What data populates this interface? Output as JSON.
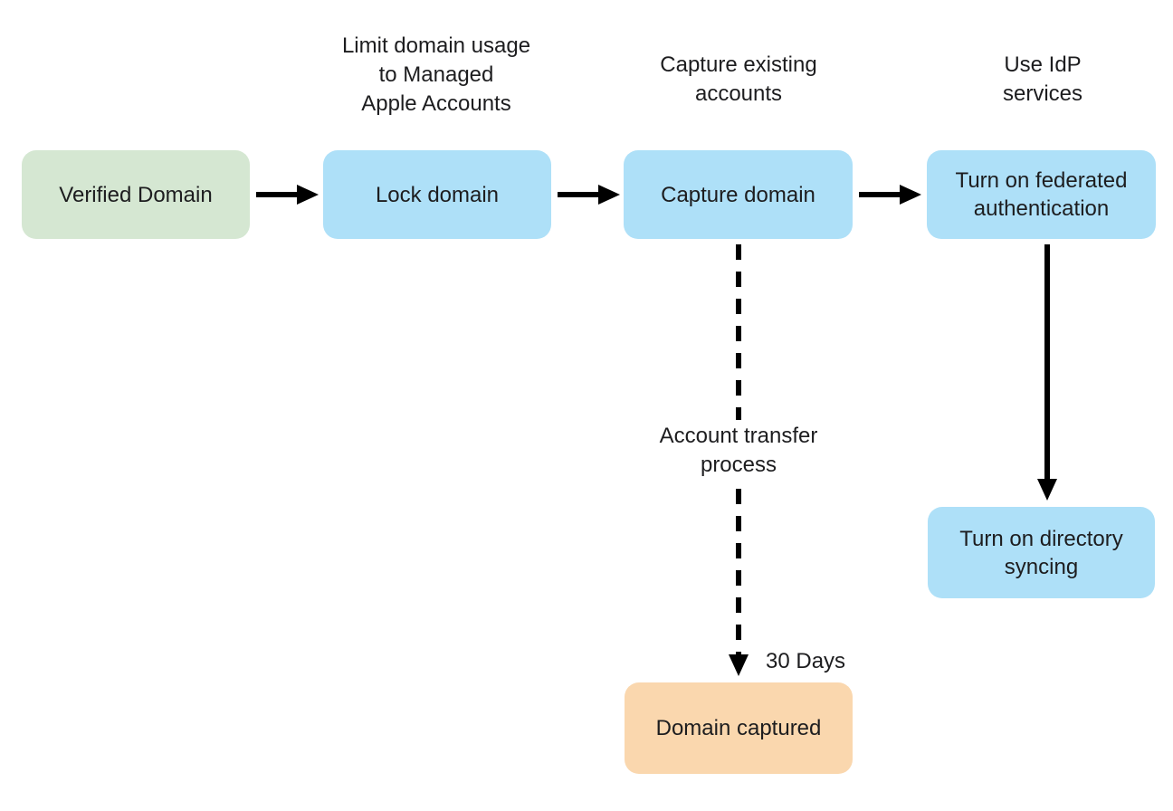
{
  "diagram": {
    "title_semantic": "Domain capture and federated authentication flow",
    "colors": {
      "background": "#ffffff",
      "text": "#1d1d1f",
      "arrow": "#000000",
      "start_node_fill": "#d5e7d2",
      "process_node_fill": "#aee0f8",
      "result_node_fill": "#fad7ae"
    },
    "nodes": {
      "verified_domain": {
        "label": "Verified Domain",
        "fill": "#d5e7d2"
      },
      "lock_domain": {
        "label": "Lock domain",
        "fill": "#aee0f8"
      },
      "capture_domain": {
        "label": "Capture domain",
        "fill": "#aee0f8"
      },
      "federated_auth": {
        "label": "Turn on federated\nauthentication",
        "fill": "#aee0f8"
      },
      "directory_syncing": {
        "label": "Turn on directory\nsyncing",
        "fill": "#aee0f8"
      },
      "domain_captured": {
        "label": "Domain captured",
        "fill": "#fad7ae"
      }
    },
    "annotations": {
      "lock_domain_note": "Limit domain usage\nto Managed\nApple Accounts",
      "capture_domain_note": "Capture existing\naccounts",
      "federated_auth_note": "Use IdP\nservices",
      "transfer_note": "Account transfer\nprocess",
      "duration_label": "30 Days"
    }
  }
}
